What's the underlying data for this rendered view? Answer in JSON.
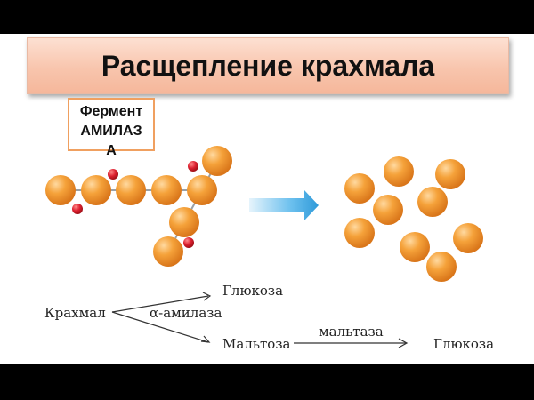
{
  "title": "Расщепление крахмала",
  "enzyme": {
    "line1": "Фермент",
    "line2": "АМИЛАЗ",
    "line3": "А"
  },
  "scheme": {
    "starch": "Крахмал",
    "glucose_top": "Глюкоза",
    "alpha_amylase": "α-амилаза",
    "maltose": "Мальтоза",
    "maltase": "мальтаза",
    "glucose_bottom": "Глюкоза"
  },
  "colors": {
    "glucose_ball": "#f39a2e",
    "water_ball": "#d8202a",
    "arrow": "#3aa3e0",
    "title_bg": "#f8c5ad"
  }
}
